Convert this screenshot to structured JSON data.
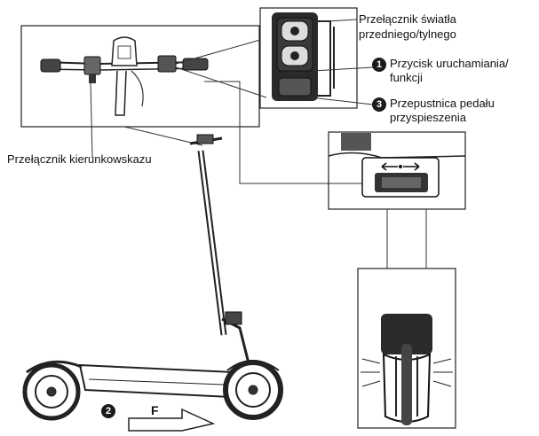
{
  "labels": {
    "light_switch_line1": "Przełącznik światła",
    "light_switch_line2": "przedniego/tylnego",
    "start_button_line1": "Przycisk uruchamiania/",
    "start_button_line2": "funkcji",
    "throttle_line1": "Przepustnica pedału",
    "throttle_line2": "przyspieszenia",
    "turn_signal": "Przełącznik kierunkowskazu"
  },
  "badges": {
    "start_button": "1",
    "direction": "2",
    "throttle": "3"
  },
  "direction_letter": "F"
}
